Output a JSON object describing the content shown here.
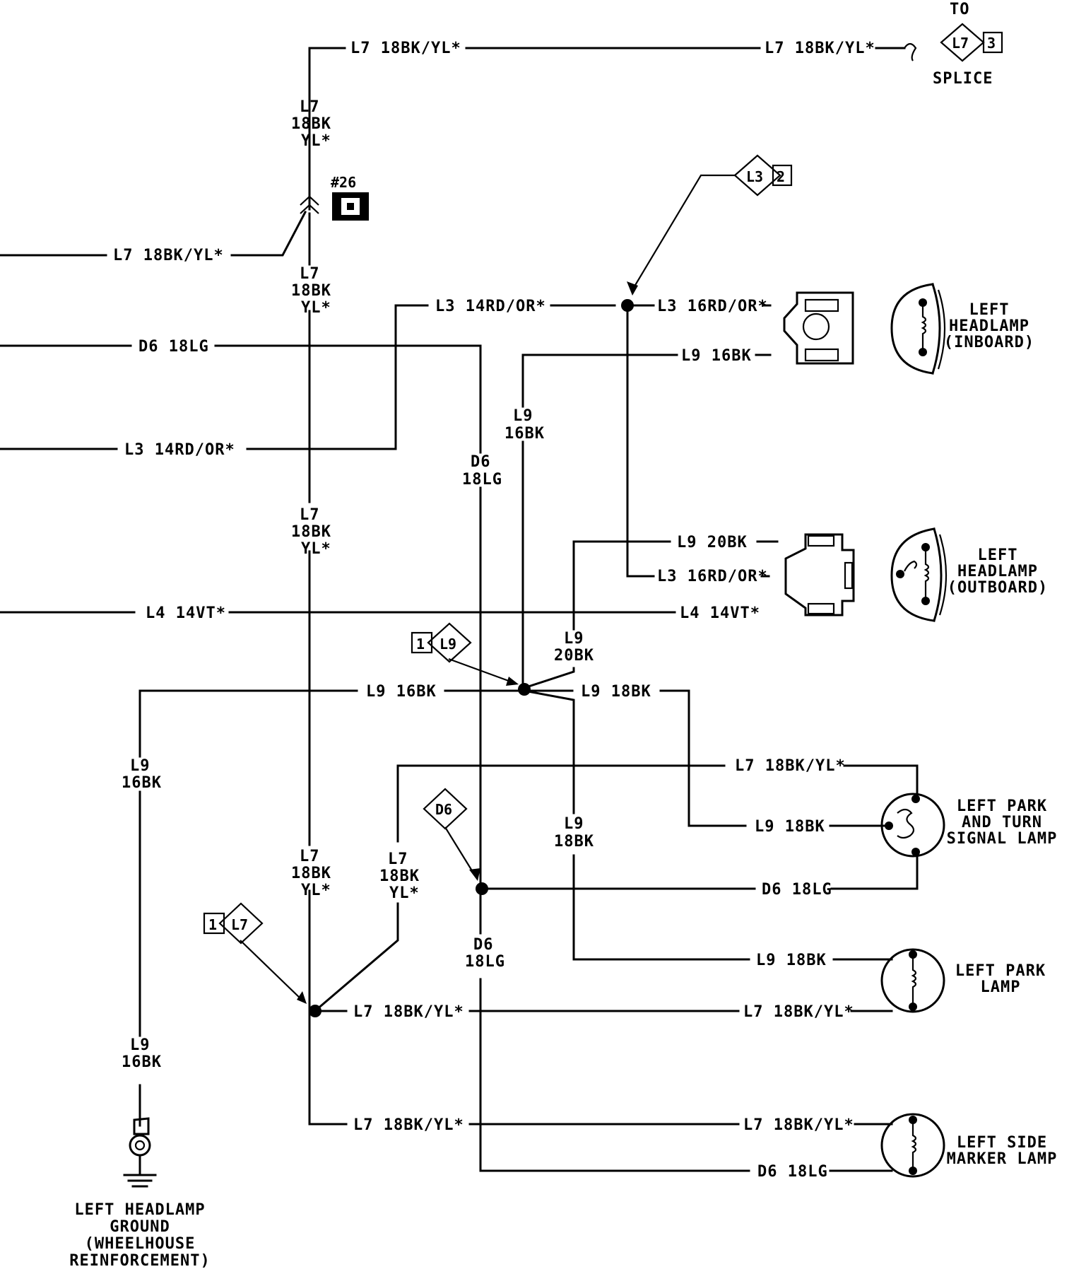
{
  "wire_labels": {
    "top_left": "L7 18BK/YL*",
    "top_right": "L7 18BK/YL*",
    "v_l7_upper": [
      "L7",
      "18BK",
      "YL*"
    ],
    "v_l7_mid": [
      "L7",
      "18BK",
      "YL*"
    ],
    "v_l7_center": [
      "L7",
      "18BK",
      "YL*"
    ],
    "v_l7_lower": [
      "L7",
      "18BK",
      "YL*"
    ],
    "v_l7_right": [
      "L7",
      "18BK",
      "YL*"
    ],
    "left_l7": "L7 18BK/YL*",
    "l3_top": "L3 14RD/OR*",
    "l3_left": "L3 14RD/OR*",
    "d6_left": "D6 18LG",
    "l4_left": "L4 14VT*",
    "l3_inboard": "L3 16RD/OR*",
    "l9_inboard": "L9 16BK",
    "v_l9_inboard": [
      "L9",
      "16BK"
    ],
    "v_d6_upper": [
      "D6",
      "18LG"
    ],
    "l9_outboard": "L9 20BK",
    "l3_outboard": "L3 16RD/OR*",
    "l4_outboard": "L4 14VT*",
    "v_l9_20": [
      "L9",
      "20BK"
    ],
    "l9_splice_left": "L9 16BK",
    "l9_splice_right": "L9 18BK",
    "v_l9_left": [
      "L9",
      "16BK"
    ],
    "v_l9_ground": [
      "L9",
      "16BK"
    ],
    "v_l9_18": [
      "L9",
      "18BK"
    ],
    "l7_park_turn": "L7 18BK/YL*",
    "l9_park_turn": "L9 18BK",
    "d6_park_turn": "D6 18LG",
    "v_d6_lower": [
      "D6",
      "18LG"
    ],
    "l9_park": "L9 18BK",
    "l7_park_left": "L7 18BK/YL*",
    "l7_park_right": "L7 18BK/YL*",
    "l7_marker_left": "L7 18BK/YL*",
    "l7_marker_right": "L7 18BK/YL*",
    "d6_marker": "D6 18LG"
  },
  "connectors": {
    "to": "TO",
    "splice_label": "SPLICE",
    "splice_l7": "L7",
    "splice_l7_num": "3",
    "l3_ref": "L3",
    "l3_ref_num": "2",
    "l9_ref": "L9",
    "l9_ref_num": "1",
    "d6_ref": "D6",
    "l7_ref": "L7",
    "l7_ref_num": "1",
    "c26": "#26"
  },
  "components": {
    "headlamp_inboard": [
      "LEFT",
      "HEADLAMP",
      "(INBOARD)"
    ],
    "headlamp_outboard": [
      "LEFT",
      "HEADLAMP",
      "(OUTBOARD)"
    ],
    "park_turn": [
      "LEFT PARK",
      "AND TURN",
      "SIGNAL LAMP"
    ],
    "park": [
      "LEFT PARK",
      "LAMP"
    ],
    "side_marker": [
      "LEFT SIDE",
      "MARKER LAMP"
    ],
    "ground": [
      "LEFT HEADLAMP",
      "GROUND",
      "(WHEELHOUSE",
      "REINFORCEMENT)"
    ]
  }
}
